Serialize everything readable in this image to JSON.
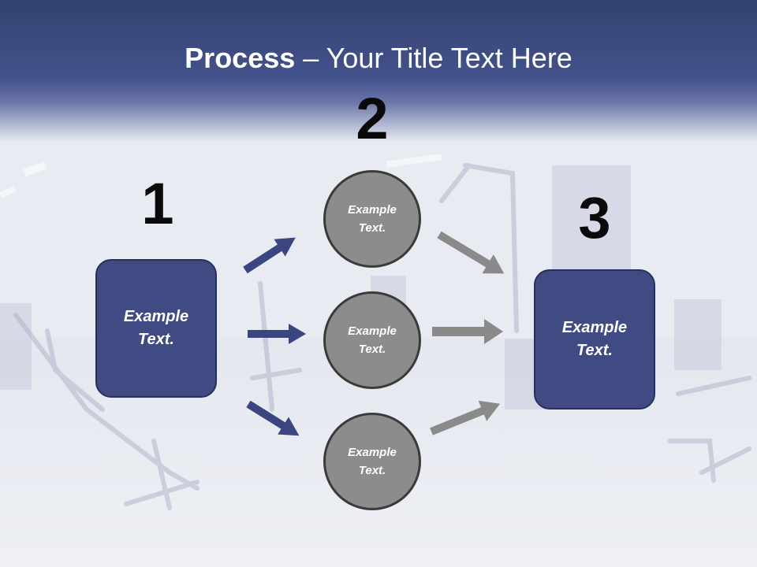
{
  "slide": {
    "title_bold": "Process",
    "title_rest": " – Your Title Text Here"
  },
  "steps": [
    {
      "number": "1",
      "text_line1": "Example",
      "text_line2": "Text."
    },
    {
      "number": "2",
      "text_line1": "Example",
      "text_line2": "Text."
    },
    {
      "number": "3",
      "text_line1": "Example",
      "text_line2": "Text."
    }
  ],
  "middle_items": [
    {
      "line1": "Example",
      "line2": "Text."
    },
    {
      "line1": "Example",
      "line2": "Text."
    },
    {
      "line1": "Example",
      "line2": "Text."
    }
  ],
  "colors": {
    "header_band": "#3b4a86",
    "box_fill": "#3f4b82",
    "circle_fill": "#8c8c8c",
    "arrow_blue": "#3b4680",
    "arrow_gray": "#8a8a8a"
  }
}
